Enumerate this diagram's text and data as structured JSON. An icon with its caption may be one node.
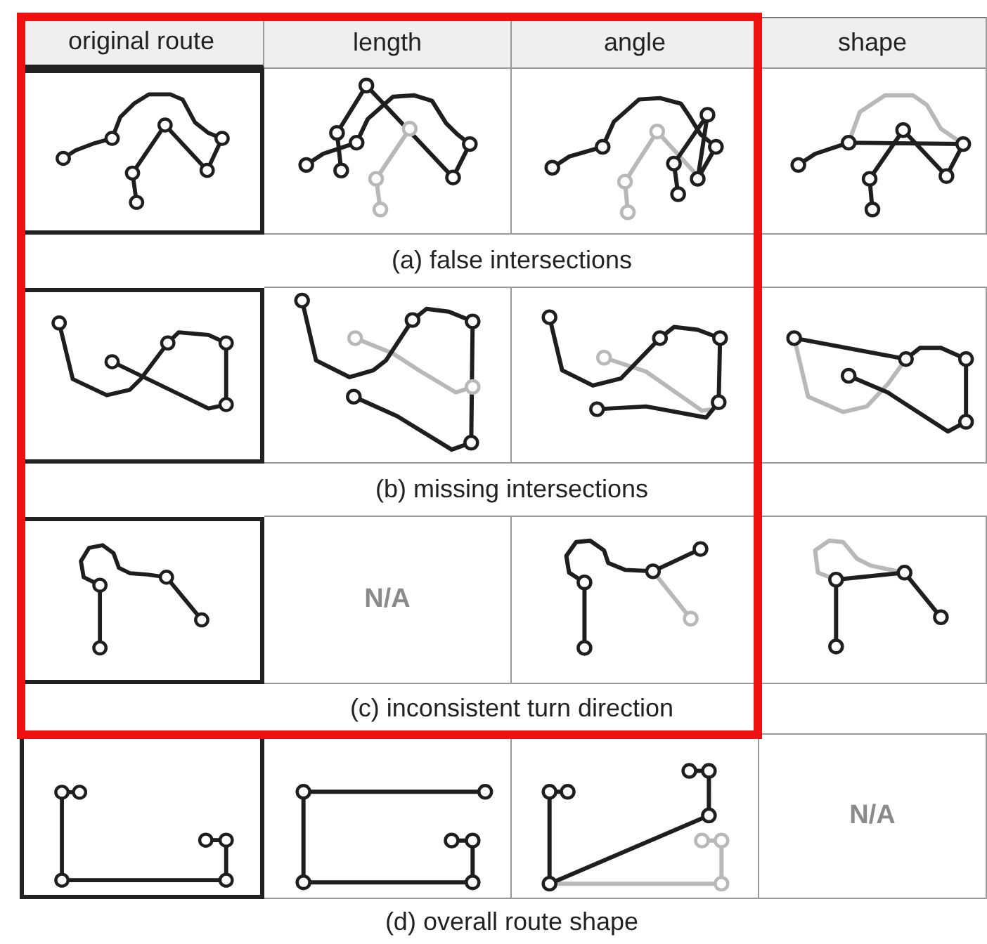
{
  "diagram": {
    "labels": [
      "original route",
      "length",
      "angle",
      "shape",
      "(a) false intersections",
      "(b) missing intersections",
      "N/A",
      "(c) inconsistent turn direction",
      "N/A",
      "(d) overall route shape"
    ]
  }
}
